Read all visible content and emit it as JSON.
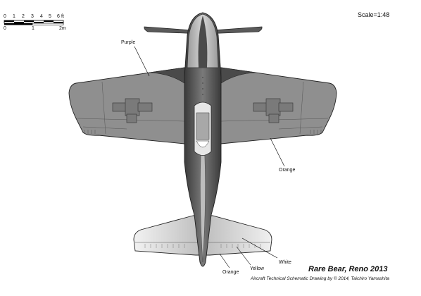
{
  "scale_bar": {
    "feet_ticks": [
      "0",
      "1",
      "2",
      "3",
      "4",
      "5",
      "6"
    ],
    "feet_unit": "ft",
    "meter_ticks": [
      "0",
      "1",
      "2m"
    ]
  },
  "scale_label": "Scale=1:48",
  "callouts": {
    "purple": "Purple",
    "orange_wing": "Orange",
    "white": "White",
    "yellow": "Yellow",
    "orange_tail": "Orange"
  },
  "title": "Rare Bear, Reno 2013",
  "credit": "Aircraft Technical Schematic Drawing by © 2014, Taichiro Yamashita",
  "colors": {
    "wing_fill": "#8f8f8f",
    "fuselage_fill": "#555555",
    "tail_fill": "#d8d8d8",
    "outline": "#222222"
  }
}
